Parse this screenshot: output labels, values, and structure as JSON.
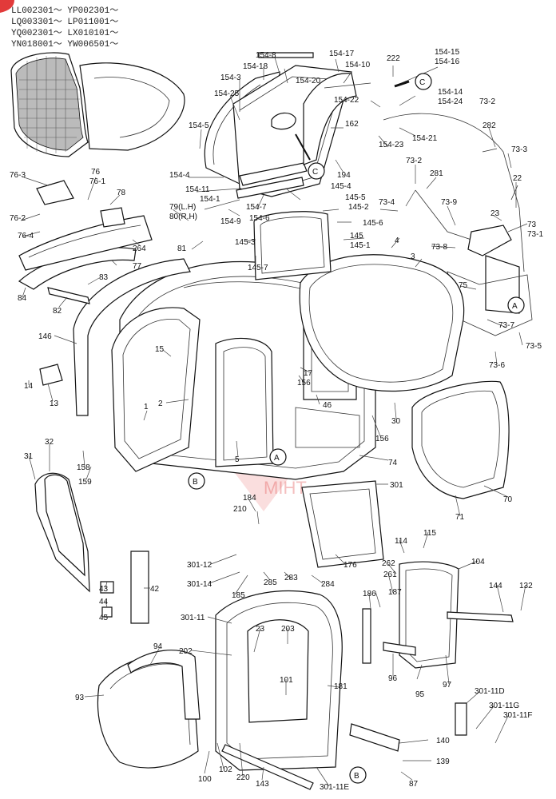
{
  "serials": [
    "LL002301～ YP002301～",
    "LQ003301～ LP011001～",
    "YQ002301～ LX010101～",
    "YN018001～ YW006501～"
  ],
  "refs": [
    "A",
    "B",
    "C"
  ],
  "callouts": {
    "c154_8": "154-8",
    "c154_17": "154-17",
    "c154_18": "154-18",
    "c154_10": "154-10",
    "c222": "222",
    "c154_15": "154-15",
    "c154_16": "154-16",
    "c154_3": "154-3",
    "c154_25": "154-25",
    "c154_20": "154-20",
    "c154_14": "154-14",
    "c154_24": "154-24",
    "c154_22": "154-22",
    "c73_2a": "73-2",
    "c154_5": "154-5",
    "c162": "162",
    "c154_21": "154-21",
    "c282": "282",
    "c154_23": "154-23",
    "c73_3": "73-3",
    "c154_4": "154-4",
    "c194": "194",
    "c154_11": "154-11",
    "c154_1": "154-1",
    "c154_7": "154-7",
    "c145_4": "145-4",
    "c73_2b": "73-2",
    "c281": "281",
    "c22": "22",
    "c76_3": "76-3",
    "c76": "76",
    "c76_1": "76-1",
    "c78": "78",
    "c154_9": "154-9",
    "c154_6": "154-6",
    "c145_5": "145-5",
    "c145_2": "145-2",
    "c73_4": "73-4",
    "c73_9": "73-9",
    "c23a": "23",
    "c73": "73",
    "c73_1": "73-1",
    "c76_2": "76-2",
    "c79": "79(L.H)",
    "c80": "80(R.H)",
    "c145_6": "145-6",
    "c76_4": "76-4",
    "c81": "81",
    "c264": "264",
    "c145_3": "145-3",
    "c145": "145",
    "c145_1": "145-1",
    "c4": "4",
    "c73_8": "73-8",
    "c3": "3",
    "c77": "77",
    "c145_7": "145-7",
    "c83": "83",
    "c84": "84",
    "c82": "82",
    "c75": "75",
    "c73_7": "73-7",
    "c73_5": "73-5",
    "c146": "146",
    "c15": "15",
    "c17": "17",
    "c73_6": "73-6",
    "c156a": "156",
    "c46": "46",
    "c14": "14",
    "c13": "13",
    "c2": "2",
    "c30": "30",
    "c156b": "156",
    "c1": "1",
    "c5": "5",
    "c74": "74",
    "c32": "32",
    "c31": "31",
    "c158": "158",
    "c159": "159",
    "c301": "301",
    "c70": "70",
    "c184": "184",
    "c210": "210",
    "c71": "71",
    "c114": "114",
    "c115": "115",
    "c301_12": "301-12",
    "c104": "104",
    "c43": "43",
    "c42": "42",
    "c301_14": "301-14",
    "c283": "283",
    "c176": "176",
    "c262": "262",
    "c261": "261",
    "c44": "44",
    "c285": "285",
    "c284": "284",
    "c45": "45",
    "c185": "185",
    "c186": "186",
    "c187": "187",
    "c144": "144",
    "c132": "132",
    "c301_11": "301-11",
    "c23b": "23",
    "c203": "203",
    "c94": "94",
    "c202": "202",
    "c96": "96",
    "c95": "95",
    "c97": "97",
    "c101": "101",
    "c181": "181",
    "c93": "93",
    "c301_11D": "301-11D",
    "c301_11G": "301-11G",
    "c301_11F": "301-11F",
    "c140": "140",
    "c139": "139",
    "c100": "100",
    "c102": "102",
    "c220": "220",
    "c143": "143",
    "c301_11E": "301-11E",
    "c87": "87"
  },
  "watermark": "MIHT"
}
